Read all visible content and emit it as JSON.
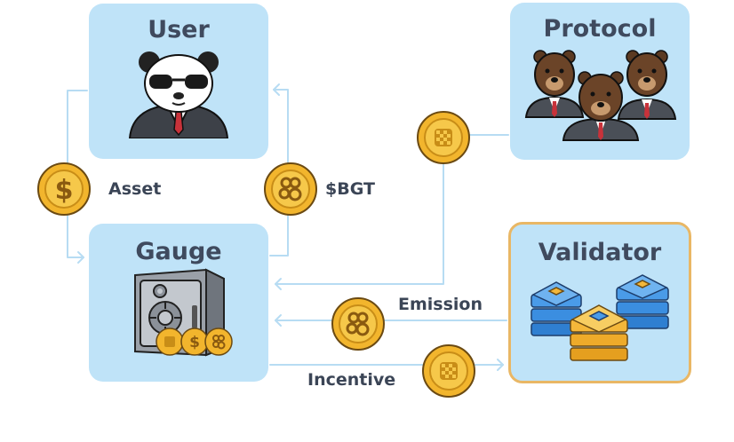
{
  "nodes": {
    "user": "User",
    "protocol": "Protocol",
    "gauge": "Gauge",
    "validator": "Validator"
  },
  "edge_labels": {
    "asset": "Asset",
    "bgt": "$BGT",
    "emission": "Emission",
    "incentive": "Incentive"
  },
  "icons": {
    "user": "panda-with-sunglasses-icon",
    "protocol": "bears-in-suits-icon",
    "gauge": "vault-safe-icon",
    "validator": "server-stacks-icon",
    "asset_coin": "dollar-coin-icon",
    "bgt_coin": "bgt-coin-icon",
    "incentive_coin": "token-coin-icon"
  },
  "colors": {
    "box_fill": "#bfe3f8",
    "validator_border": "#e9b765",
    "line": "#b7dcf3",
    "coin": "#f2b52d"
  }
}
